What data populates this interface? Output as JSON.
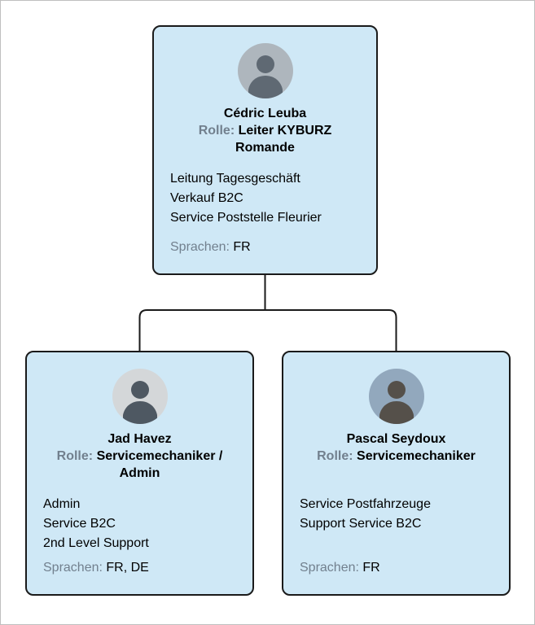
{
  "org_chart": {
    "labels": {
      "role": "Rolle:",
      "languages": "Sprachen:"
    },
    "nodes": [
      {
        "name": "Cédric Leuba",
        "role": "Leiter KYBURZ Romande",
        "responsibilities": [
          "Leitung Tagesgeschäft",
          "Verkauf B2C",
          "Service Poststelle Fleurier"
        ],
        "languages": "FR"
      },
      {
        "name": "Jad Havez",
        "role": "Servicemechaniker / Admin",
        "responsibilities": [
          "Admin",
          "Service B2C",
          "2nd Level Support"
        ],
        "languages": "FR, DE"
      },
      {
        "name": "Pascal Seydoux",
        "role": "Servicemechaniker",
        "responsibilities": [
          "Service Postfahrzeuge",
          "Support Service B2C"
        ],
        "languages": "FR"
      }
    ],
    "colors": {
      "page_background": "#ffffff",
      "card_background": "#cfe8f6",
      "card_border": "#1a1a1a",
      "label_text": "#72808e",
      "body_text": "#000000",
      "connector": "#1a1a1a"
    }
  }
}
